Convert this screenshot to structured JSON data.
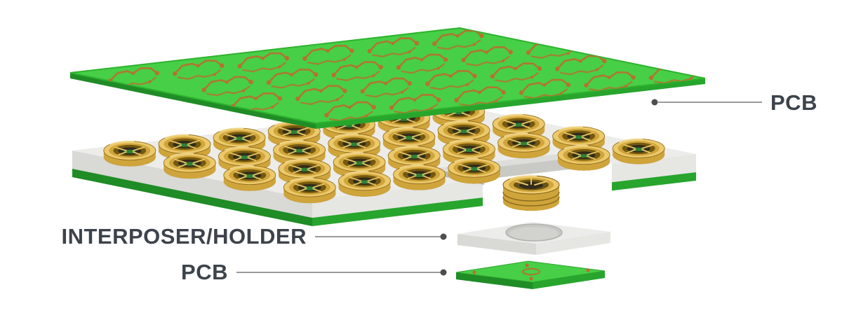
{
  "figure": {
    "type": "exploded-assembly-diagram",
    "description": "Exploded view of PCB stack: top PCB, interposer/holder with gold connectors, bottom PCB",
    "labels": {
      "pcb_top": "PCB",
      "interposer_holder": "INTERPOSER/HOLDER",
      "pcb_bottom": "PCB"
    },
    "colors": {
      "background": "#ffffff",
      "label_text": "#3d434b",
      "leader_line": "#9b9b9b",
      "leader_dot": "#4d4d4d",
      "pcb_green": "#47cf47",
      "pcb_green_side": "#27a52d",
      "pcb_green_side_dark": "#1f8c26",
      "copper": "#b5722f",
      "holder_top": "#ececea",
      "holder_side_left": "#d9d9d5",
      "holder_side_right": "#e6e6e3",
      "holder_recess": "#c9c9c5",
      "gold_light": "#ecc96a",
      "gold": "#cfa43a",
      "gold_dark": "#8a651b",
      "bore_dark": "#332c1b"
    }
  }
}
